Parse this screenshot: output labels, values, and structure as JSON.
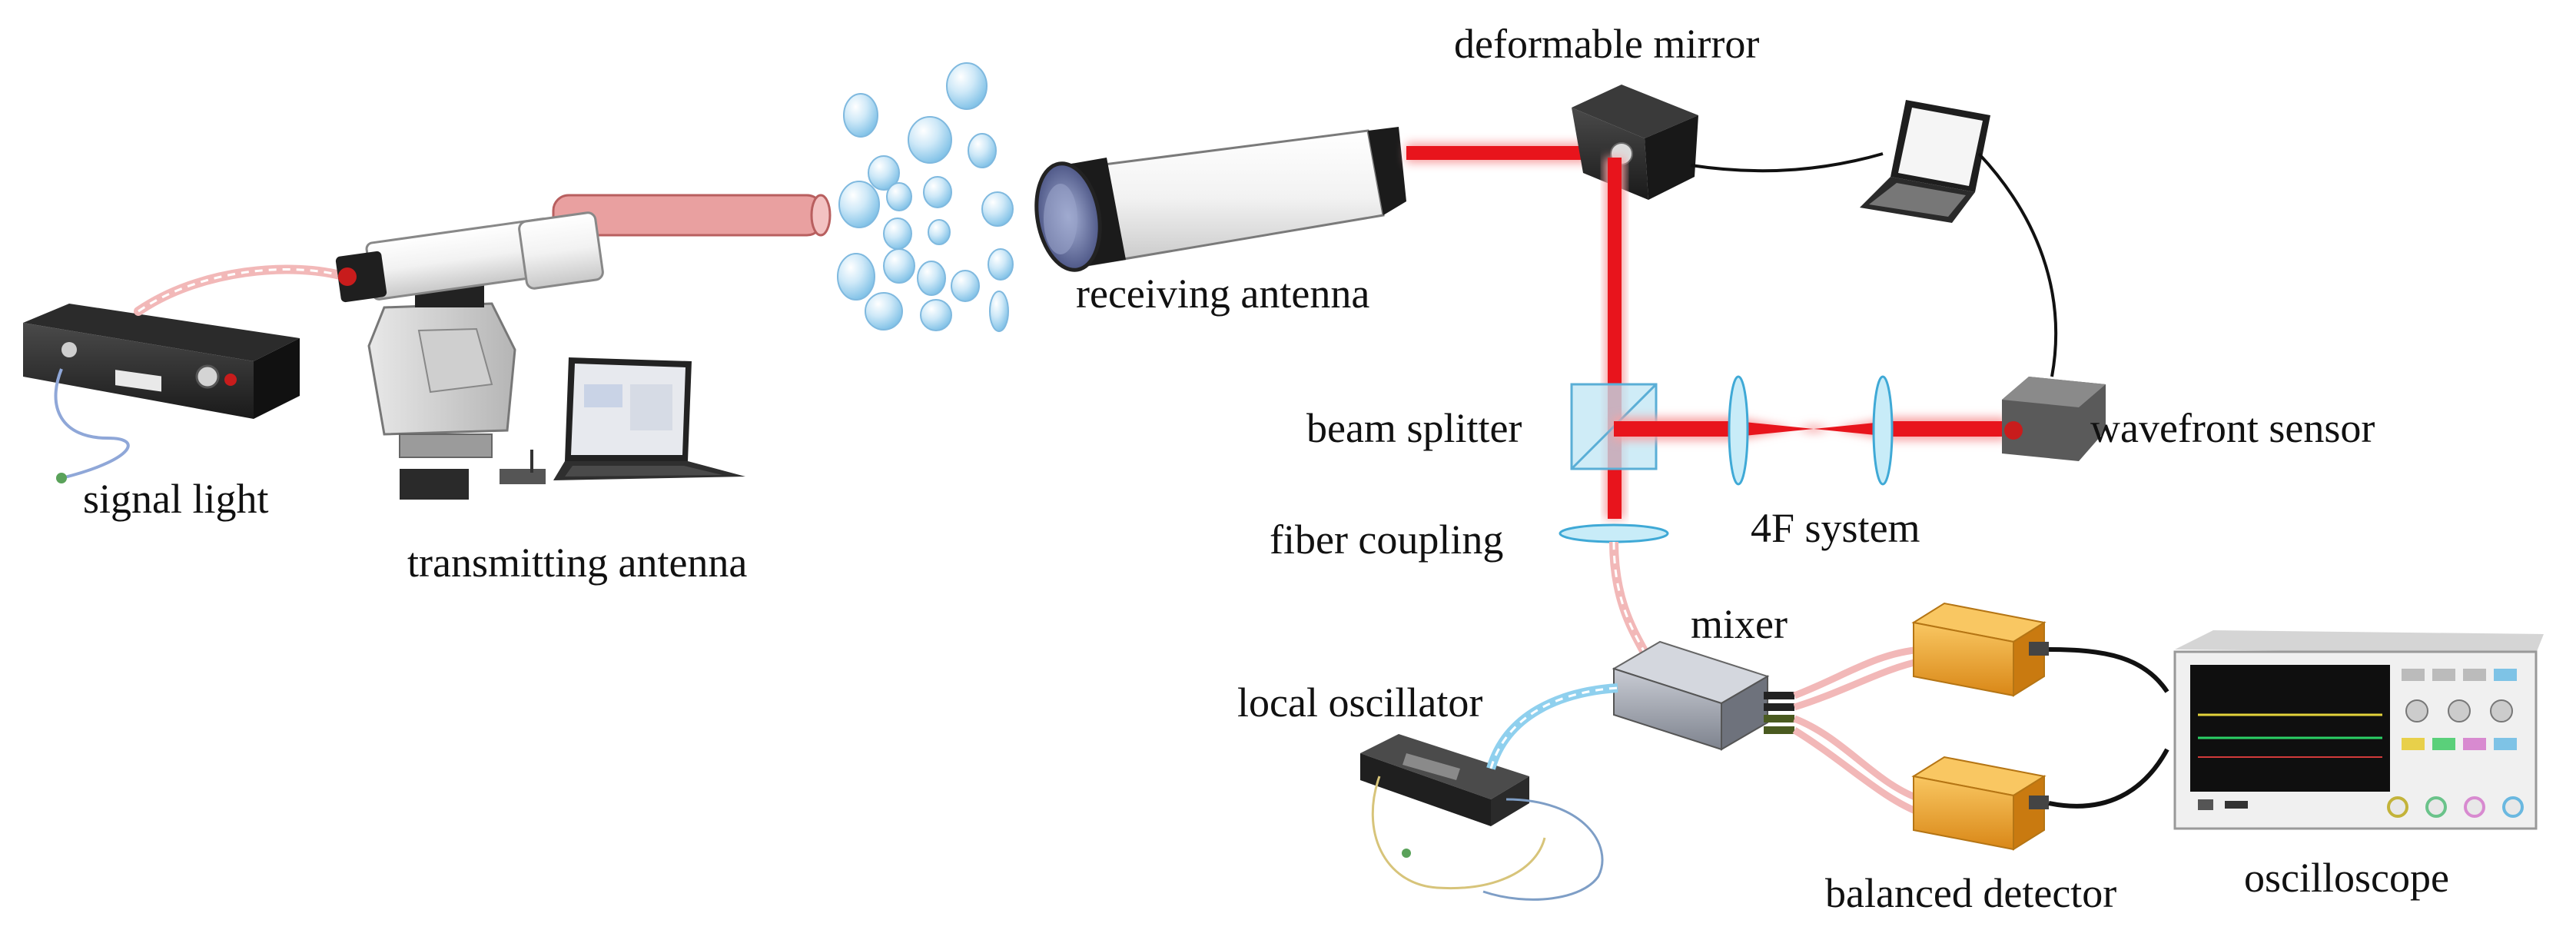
{
  "labels": {
    "signal_light": "signal light",
    "transmitting_antenna": "transmitting antenna",
    "receiving_antenna": "receiving antenna",
    "deformable_mirror": "deformable mirror",
    "beam_splitter": "beam splitter",
    "fiber_coupling": "fiber coupling",
    "four_f_system": "4F system",
    "wavefront_sensor": "wavefront sensor",
    "mixer": "mixer",
    "local_oscillator": "local oscillator",
    "balanced_detector": "balanced detector",
    "oscilloscope": "oscilloscope"
  },
  "colors": {
    "beam": "#e8141c",
    "beam_glow": "#f7a1a3",
    "transmit_beam": "#e9a0a0",
    "fiber_red": "#f2b8b8",
    "fiber_blue": "#8fd0ee",
    "lens": "#5cc8ea",
    "droplet": "#9fd4f2",
    "detector": "#f2a93a"
  },
  "icons": {
    "laser_source": "signal-laser-icon",
    "telescope": "transmitting-telescope-icon",
    "droplets": "atmospheric-droplets-icon",
    "receiver": "receiving-telescope-icon",
    "mirror": "deformable-mirror-icon",
    "laptop_dm": "control-laptop-icon",
    "laptop_tx": "transmitter-laptop-icon",
    "splitter": "beam-splitter-cube-icon",
    "lens": "lens-icon",
    "sensor": "wavefront-sensor-icon",
    "mixer": "optical-hybrid-mixer-icon",
    "local_osc": "local-oscillator-laser-icon",
    "detector": "balanced-detector-icon",
    "scope": "oscilloscope-icon"
  }
}
